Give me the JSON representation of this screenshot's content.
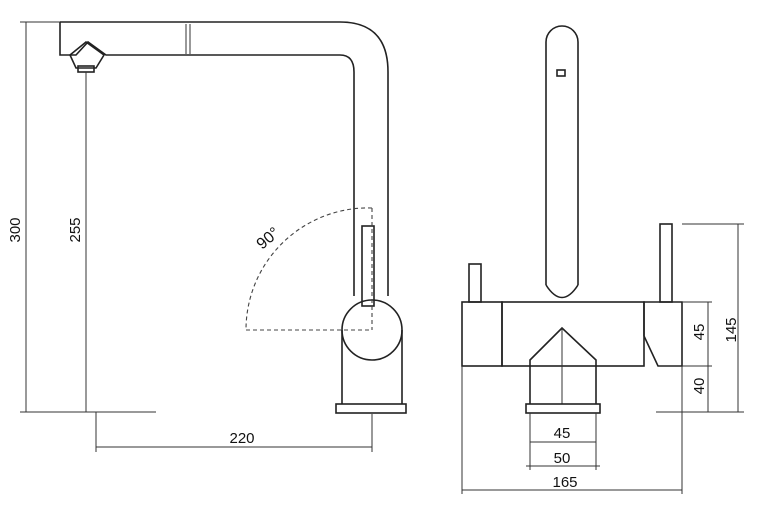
{
  "dimensions": {
    "total_height": "300",
    "spout_height": "255",
    "spout_reach": "220",
    "rotation_angle": "90°",
    "body_height": "145",
    "body_upper": "45",
    "body_lower": "40",
    "base_inner": "45",
    "base_outer": "50",
    "total_width": "165"
  }
}
